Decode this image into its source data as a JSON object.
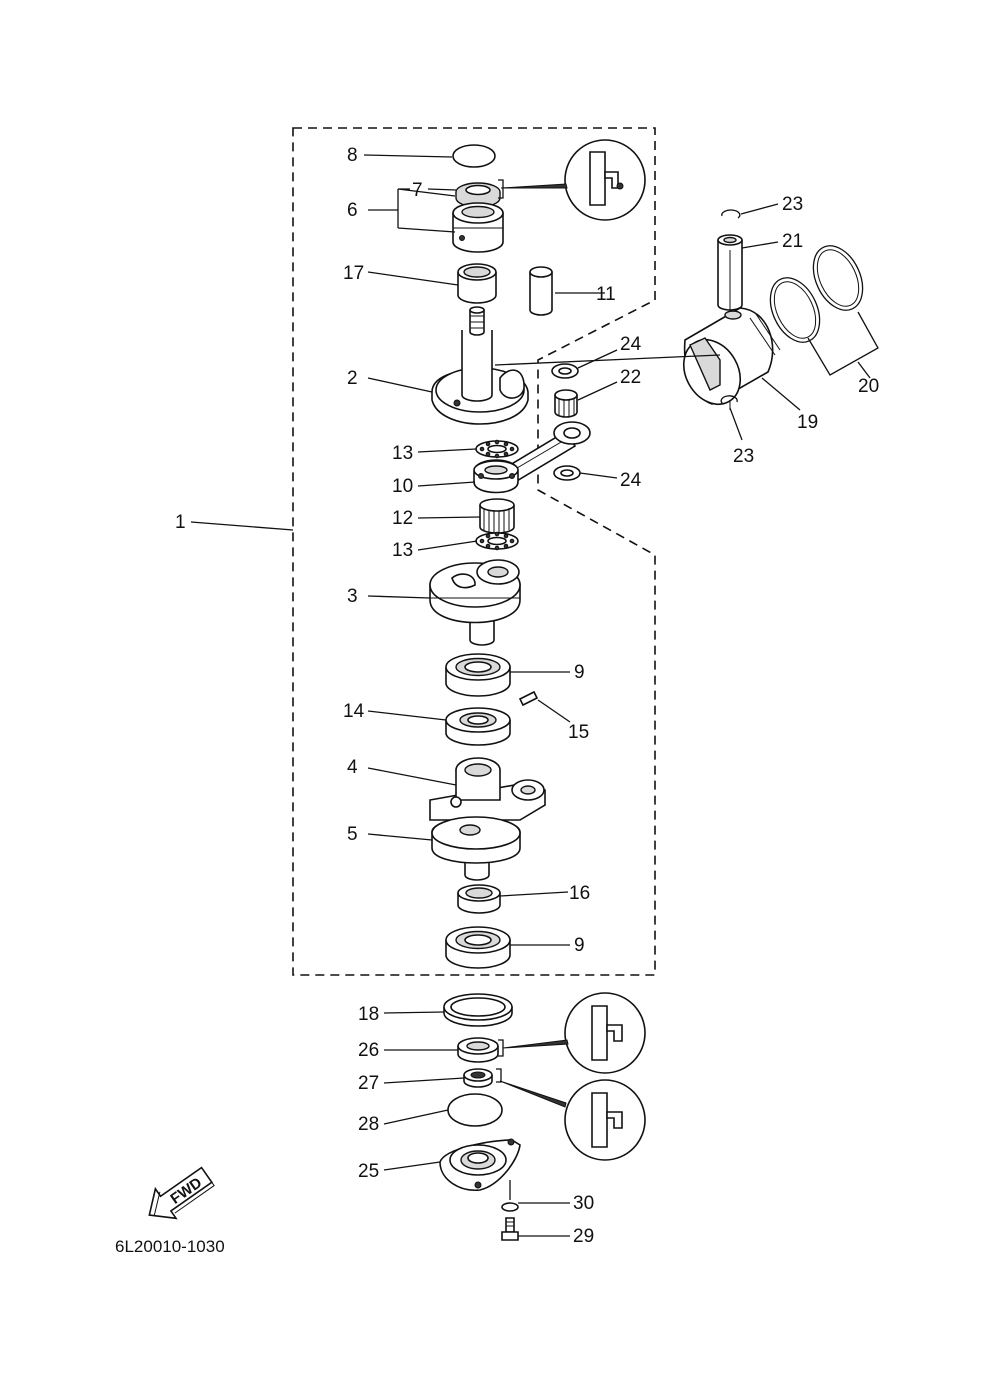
{
  "diagram_code": "6L20010-1030",
  "fwd_label": "FWD",
  "callouts": {
    "p1": "1",
    "p2": "2",
    "p3": "3",
    "p4": "4",
    "p5": "5",
    "p6": "6",
    "p7": "7",
    "p8": "8",
    "p9a": "9",
    "p9b": "9",
    "p10": "10",
    "p11": "11",
    "p12": "12",
    "p13a": "13",
    "p13b": "13",
    "p14": "14",
    "p15": "15",
    "p16": "16",
    "p17": "17",
    "p18": "18",
    "p19": "19",
    "p20": "20",
    "p21": "21",
    "p22": "22",
    "p23a": "23",
    "p23b": "23",
    "p24a": "24",
    "p24b": "24",
    "p25": "25",
    "p26": "26",
    "p27": "27",
    "p28": "28",
    "p29": "29",
    "p30": "30"
  },
  "detail_icons": [
    "seal-orientation-icon",
    "seal-orientation-icon",
    "seal-orientation-icon"
  ]
}
